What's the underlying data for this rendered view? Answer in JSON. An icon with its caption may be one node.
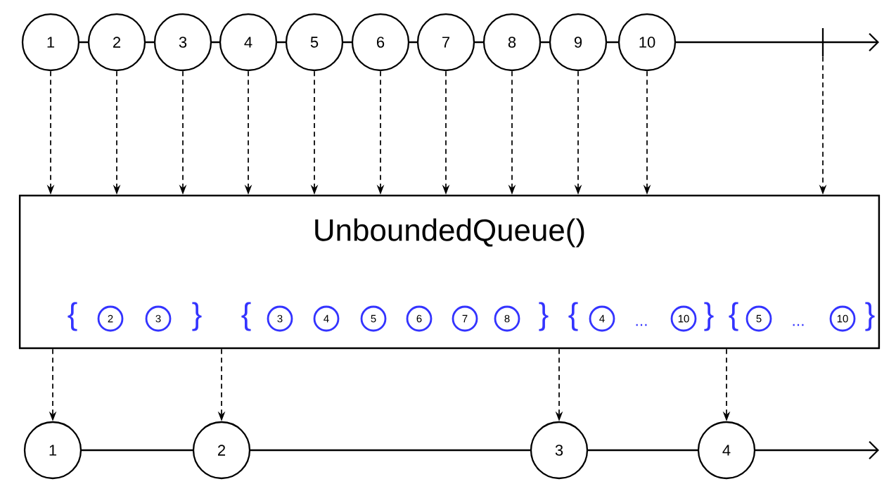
{
  "diagram": {
    "nodes": [
      {
        "text": [
          "1"
        ]
      },
      {
        "text": [
          "2"
        ]
      },
      {
        "text": [
          "3"
        ]
      },
      {
        "text": [
          "4"
        ]
      },
      {
        "text": [
          "5"
        ]
      },
      {
        "text": [
          "6"
        ]
      },
      {
        "text": [
          "7"
        ]
      },
      {
        "text": [
          "8"
        ]
      },
      {
        "text": [
          "9"
        ]
      },
      {
        "text": [
          "10"
        ]
      },
      {
        "text": [],
        "shape": "bar"
      },
      {
        "text": [
          "UnboundedQueue()"
        ]
      },
      {
        "text": [
          "2"
        ],
        "in": 11
      },
      {
        "text": [
          "3"
        ],
        "in": 11
      },
      {
        "text": [
          "3"
        ],
        "in": 11
      },
      {
        "text": [
          "4"
        ],
        "in": 11
      },
      {
        "text": [
          "5"
        ],
        "in": 11
      },
      {
        "text": [
          "6"
        ],
        "in": 11
      },
      {
        "text": [
          "7"
        ],
        "in": 11
      },
      {
        "text": [
          "8"
        ],
        "in": 11
      },
      {
        "text": [
          "4"
        ],
        "in": 11
      },
      {
        "text": [
          "10"
        ],
        "in": 11
      },
      {
        "text": [
          "5"
        ],
        "in": 11
      },
      {
        "text": [
          "10"
        ],
        "in": 11
      },
      {
        "text": [
          "1"
        ]
      },
      {
        "text": [
          "2"
        ]
      },
      {
        "text": [
          "3"
        ]
      },
      {
        "text": [
          "4"
        ]
      }
    ],
    "edges": [
      {
        "from": 0,
        "to": 11,
        "arrow": "to",
        "style": "dashed"
      },
      {
        "from": 1,
        "to": 11,
        "arrow": "to",
        "style": "dashed"
      },
      {
        "from": 2,
        "to": 11,
        "arrow": "to",
        "style": "dashed"
      },
      {
        "from": 3,
        "to": 11,
        "arrow": "to",
        "style": "dashed"
      },
      {
        "from": 4,
        "to": 11,
        "arrow": "to",
        "style": "dashed"
      },
      {
        "from": 5,
        "to": 11,
        "arrow": "to",
        "style": "dashed"
      },
      {
        "from": 6,
        "to": 11,
        "arrow": "to",
        "style": "dashed"
      },
      {
        "from": 7,
        "to": 11,
        "arrow": "to",
        "style": "dashed"
      },
      {
        "from": 8,
        "to": 11,
        "arrow": "to",
        "style": "dashed"
      },
      {
        "from": 9,
        "to": 11,
        "arrow": "to",
        "style": "dashed"
      },
      {
        "from": 10,
        "to": 11,
        "arrow": "to",
        "style": "dashed"
      },
      {
        "from": 11,
        "to": 24,
        "arrow": "to",
        "style": "dashed"
      },
      {
        "from": 11,
        "to": 25,
        "arrow": "to",
        "style": "dashed"
      },
      {
        "from": 11,
        "to": 26,
        "arrow": "to",
        "style": "dashed"
      },
      {
        "from": 11,
        "to": 27,
        "arrow": "to",
        "style": "dashed"
      }
    ],
    "labels": [
      "{",
      "}",
      "{",
      "}",
      "{",
      "...",
      "}",
      "{",
      "...",
      "}"
    ]
  }
}
